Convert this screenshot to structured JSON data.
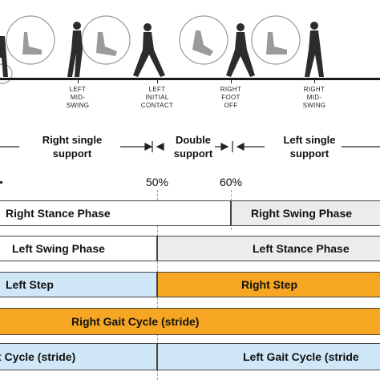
{
  "events": [
    {
      "id": "left-mid-swing",
      "lines": [
        "LEFT",
        "MID-",
        "SWING"
      ]
    },
    {
      "id": "left-initial-contact",
      "lines": [
        "LEFT",
        "INITIAL",
        "CONTACT"
      ]
    },
    {
      "id": "right-foot-off",
      "lines": [
        "RIGHT",
        "FOOT",
        "OFF"
      ]
    },
    {
      "id": "right-mid-swing",
      "lines": [
        "RIGHT",
        "MID-",
        "SWING"
      ]
    }
  ],
  "support": {
    "right_single": [
      "Right single",
      "support"
    ],
    "double": [
      "Double",
      "support"
    ],
    "left_single": [
      "Left single",
      "support"
    ]
  },
  "percents": {
    "p50": "50%",
    "p60": "60%"
  },
  "bars": {
    "right_stance": "Right Stance Phase",
    "right_swing": "Right Swing Phase",
    "left_swing": "Left Swing Phase",
    "left_stance": "Left Stance Phase",
    "left_step": "Left Step",
    "right_step": "Right Step",
    "right_gait_cycle": "Right Gait Cycle (stride)",
    "left_gait_cycle_partial": "t Cycle (stride)",
    "left_gait_cycle": "Left Gait Cycle (stride"
  },
  "colors": {
    "orange": "#f6a623",
    "blue": "#cfe7f6",
    "grey": "#ececec",
    "ground": "#1a1a1a"
  }
}
